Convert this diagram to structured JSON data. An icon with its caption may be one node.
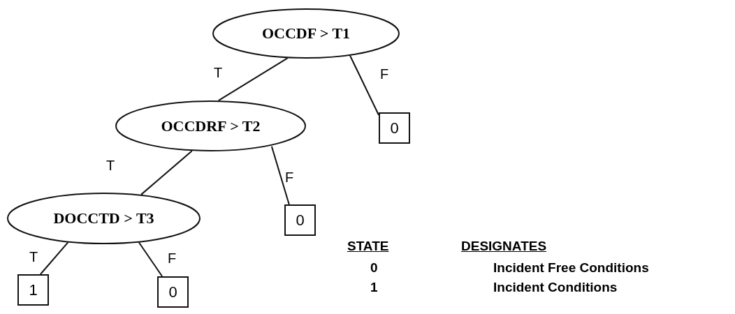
{
  "diagram": {
    "nodes": [
      {
        "text": [
          "OCCDF > T1"
        ]
      },
      {
        "text": [
          "OCCDRF > T2"
        ]
      },
      {
        "text": [
          "0"
        ]
      },
      {
        "text": [
          "DOCCTD > T3"
        ]
      },
      {
        "text": [
          "0"
        ]
      },
      {
        "text": [
          "1"
        ]
      },
      {
        "text": [
          "0"
        ]
      }
    ],
    "edges": [
      {
        "from": 0,
        "to": 1,
        "arrow": "none",
        "label": "T"
      },
      {
        "from": 0,
        "to": 2,
        "arrow": "none",
        "label": "F"
      },
      {
        "from": 1,
        "to": 3,
        "arrow": "none",
        "label": "T"
      },
      {
        "from": 1,
        "to": 4,
        "arrow": "none",
        "label": "F"
      },
      {
        "from": 3,
        "to": 5,
        "arrow": "none",
        "label": "T"
      },
      {
        "from": 3,
        "to": 6,
        "arrow": "none",
        "label": "F"
      }
    ],
    "labels": [
      "STATE",
      "DESIGNATES",
      "0",
      "Incident Free Conditions",
      "1",
      "Incident Conditions"
    ]
  }
}
